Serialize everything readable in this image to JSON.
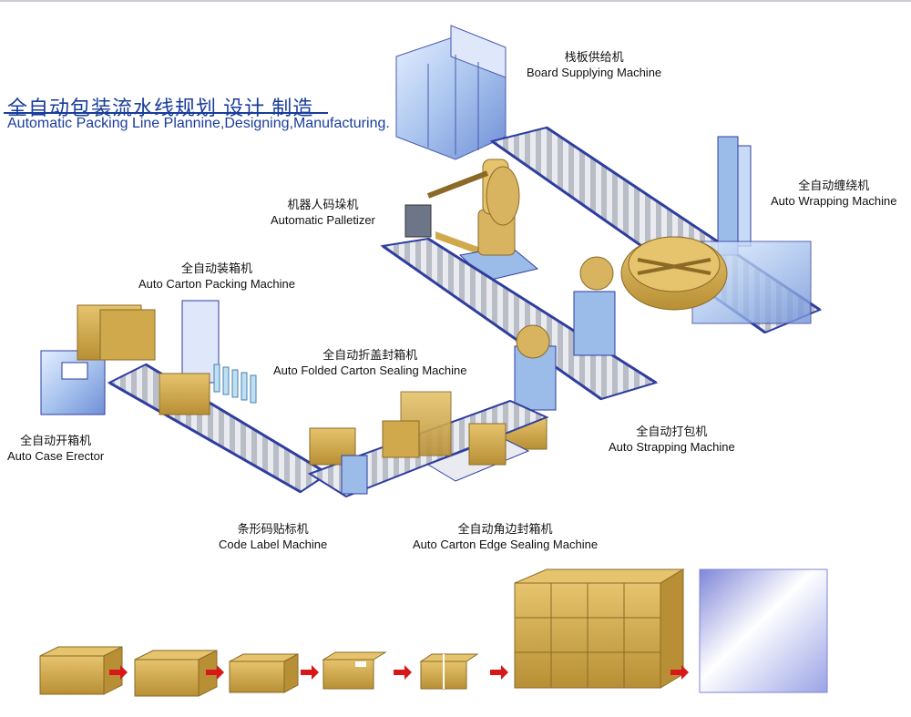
{
  "header": {
    "title_cn": "全自动包装流水线规划 设计 制造",
    "title_en": "Automatic Packing Line Plannine,Designing,Manufacturing."
  },
  "machines": [
    {
      "id": "board-supplying",
      "cn": "栈板供给机",
      "en": "Board Supplying Machine"
    },
    {
      "id": "auto-wrapping",
      "cn": "全自动缠绕机",
      "en": "Auto Wrapping Machine"
    },
    {
      "id": "automatic-palletizer",
      "cn": "机器人码垛机",
      "en": "Automatic Palletizer"
    },
    {
      "id": "auto-carton-packing",
      "cn": "全自动装箱机",
      "en": "Auto Carton Packing Machine"
    },
    {
      "id": "auto-folded-carton-sealing",
      "cn": "全自动折盖封箱机",
      "en": "Auto Folded Carton Sealing Machine"
    },
    {
      "id": "auto-strapping",
      "cn": "全自动打包机",
      "en": "Auto Strapping Machine"
    },
    {
      "id": "auto-case-erector",
      "cn": "全自动开箱机",
      "en": "Auto Case Erector"
    },
    {
      "id": "code-label",
      "cn": "条形码贴标机",
      "en": "Code Label Machine"
    },
    {
      "id": "auto-carton-edge-sealing",
      "cn": "全自动角边封箱机",
      "en": "Auto Carton Edge Sealing Machine"
    }
  ],
  "colors": {
    "title_blue": "#1a3d9c",
    "frame_blue": "#2f3e9e",
    "roller_gray": "#b9bdc6",
    "carton_tan": "#cfa94c",
    "carton_dark": "#a9842f",
    "arrow_red": "#d81818",
    "machine_blue": "#8fb3e6"
  },
  "process_flow": [
    {
      "step": "empty-carton"
    },
    {
      "step": "packed-carton"
    },
    {
      "step": "sealed-carton"
    },
    {
      "step": "labeled-carton"
    },
    {
      "step": "strapped-carton"
    },
    {
      "step": "palletized-stack"
    },
    {
      "step": "wrapped-pallet"
    }
  ]
}
